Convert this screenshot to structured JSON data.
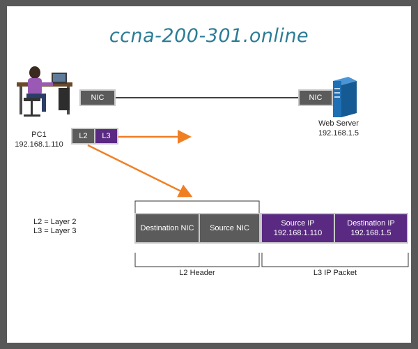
{
  "watermark": "ccna-200-301.online",
  "pc1": {
    "name": "PC1",
    "ip": "192.168.1.110",
    "nic_label": "NIC"
  },
  "server": {
    "name": "Web Server",
    "ip": "192.168.1.5",
    "nic_label": "NIC"
  },
  "frame_mini": {
    "l2": "L2",
    "l3": "L3"
  },
  "legend": [
    "L2 = Layer 2",
    "L3 = Layer 3"
  ],
  "frame_fields": {
    "dest_nic": "Destination NIC",
    "source_nic": "Source NIC",
    "source_ip": {
      "label": "Source IP",
      "value": "192.168.1.110"
    },
    "dest_ip": {
      "label": "Destination IP",
      "value": "192.168.1.5"
    }
  },
  "brackets": {
    "l2_header": "L2 Header",
    "l3_packet": "L3 IP Packet"
  },
  "colors": {
    "gray": "#5b5b5b",
    "purple": "#5a2a83",
    "arrow": "#f07f24",
    "link": "#000000",
    "server_blue": "#1f6fb4",
    "watermark": "#2c7c96"
  }
}
